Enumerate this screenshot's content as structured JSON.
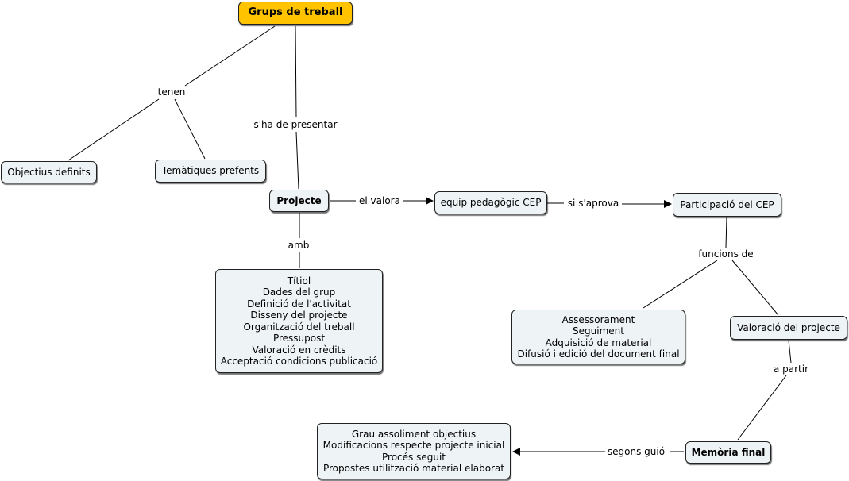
{
  "root": "Grups de treball",
  "nodes": {
    "objectius": "Objectius definits",
    "tematiques": "Temàtiques prefents",
    "projecte": "Projecte",
    "equip": "equip pedagògic CEP",
    "participacio": "Participació del CEP",
    "valoracio": "Valoració del projecte",
    "memoria": "Memòria final"
  },
  "lists": {
    "projecte_contents": [
      "Títiol",
      "Dades del grup",
      "Definició de l'activitat",
      "Disseny del projecte",
      "Organització del treball",
      "Pressupost",
      "Valoració en crèdits",
      "Acceptació condicions publicació"
    ],
    "funcions": [
      "Assessorament",
      "Seguiment",
      "Adquisició de material",
      "Difusió i edició del document final"
    ],
    "memoria_contents": [
      "Grau assoliment objectius",
      "Modificacions respecte projecte inicial",
      "Procés seguit",
      "Propostes utilització material elaborat"
    ]
  },
  "links": {
    "tenen": "tenen",
    "presentar": "s'ha de presentar",
    "valora": "el valora",
    "aprova": "si s'aprova",
    "amb": "amb",
    "funcions_de": "funcions de",
    "a_partir": "a partir",
    "segons_guio": "segons guió"
  }
}
